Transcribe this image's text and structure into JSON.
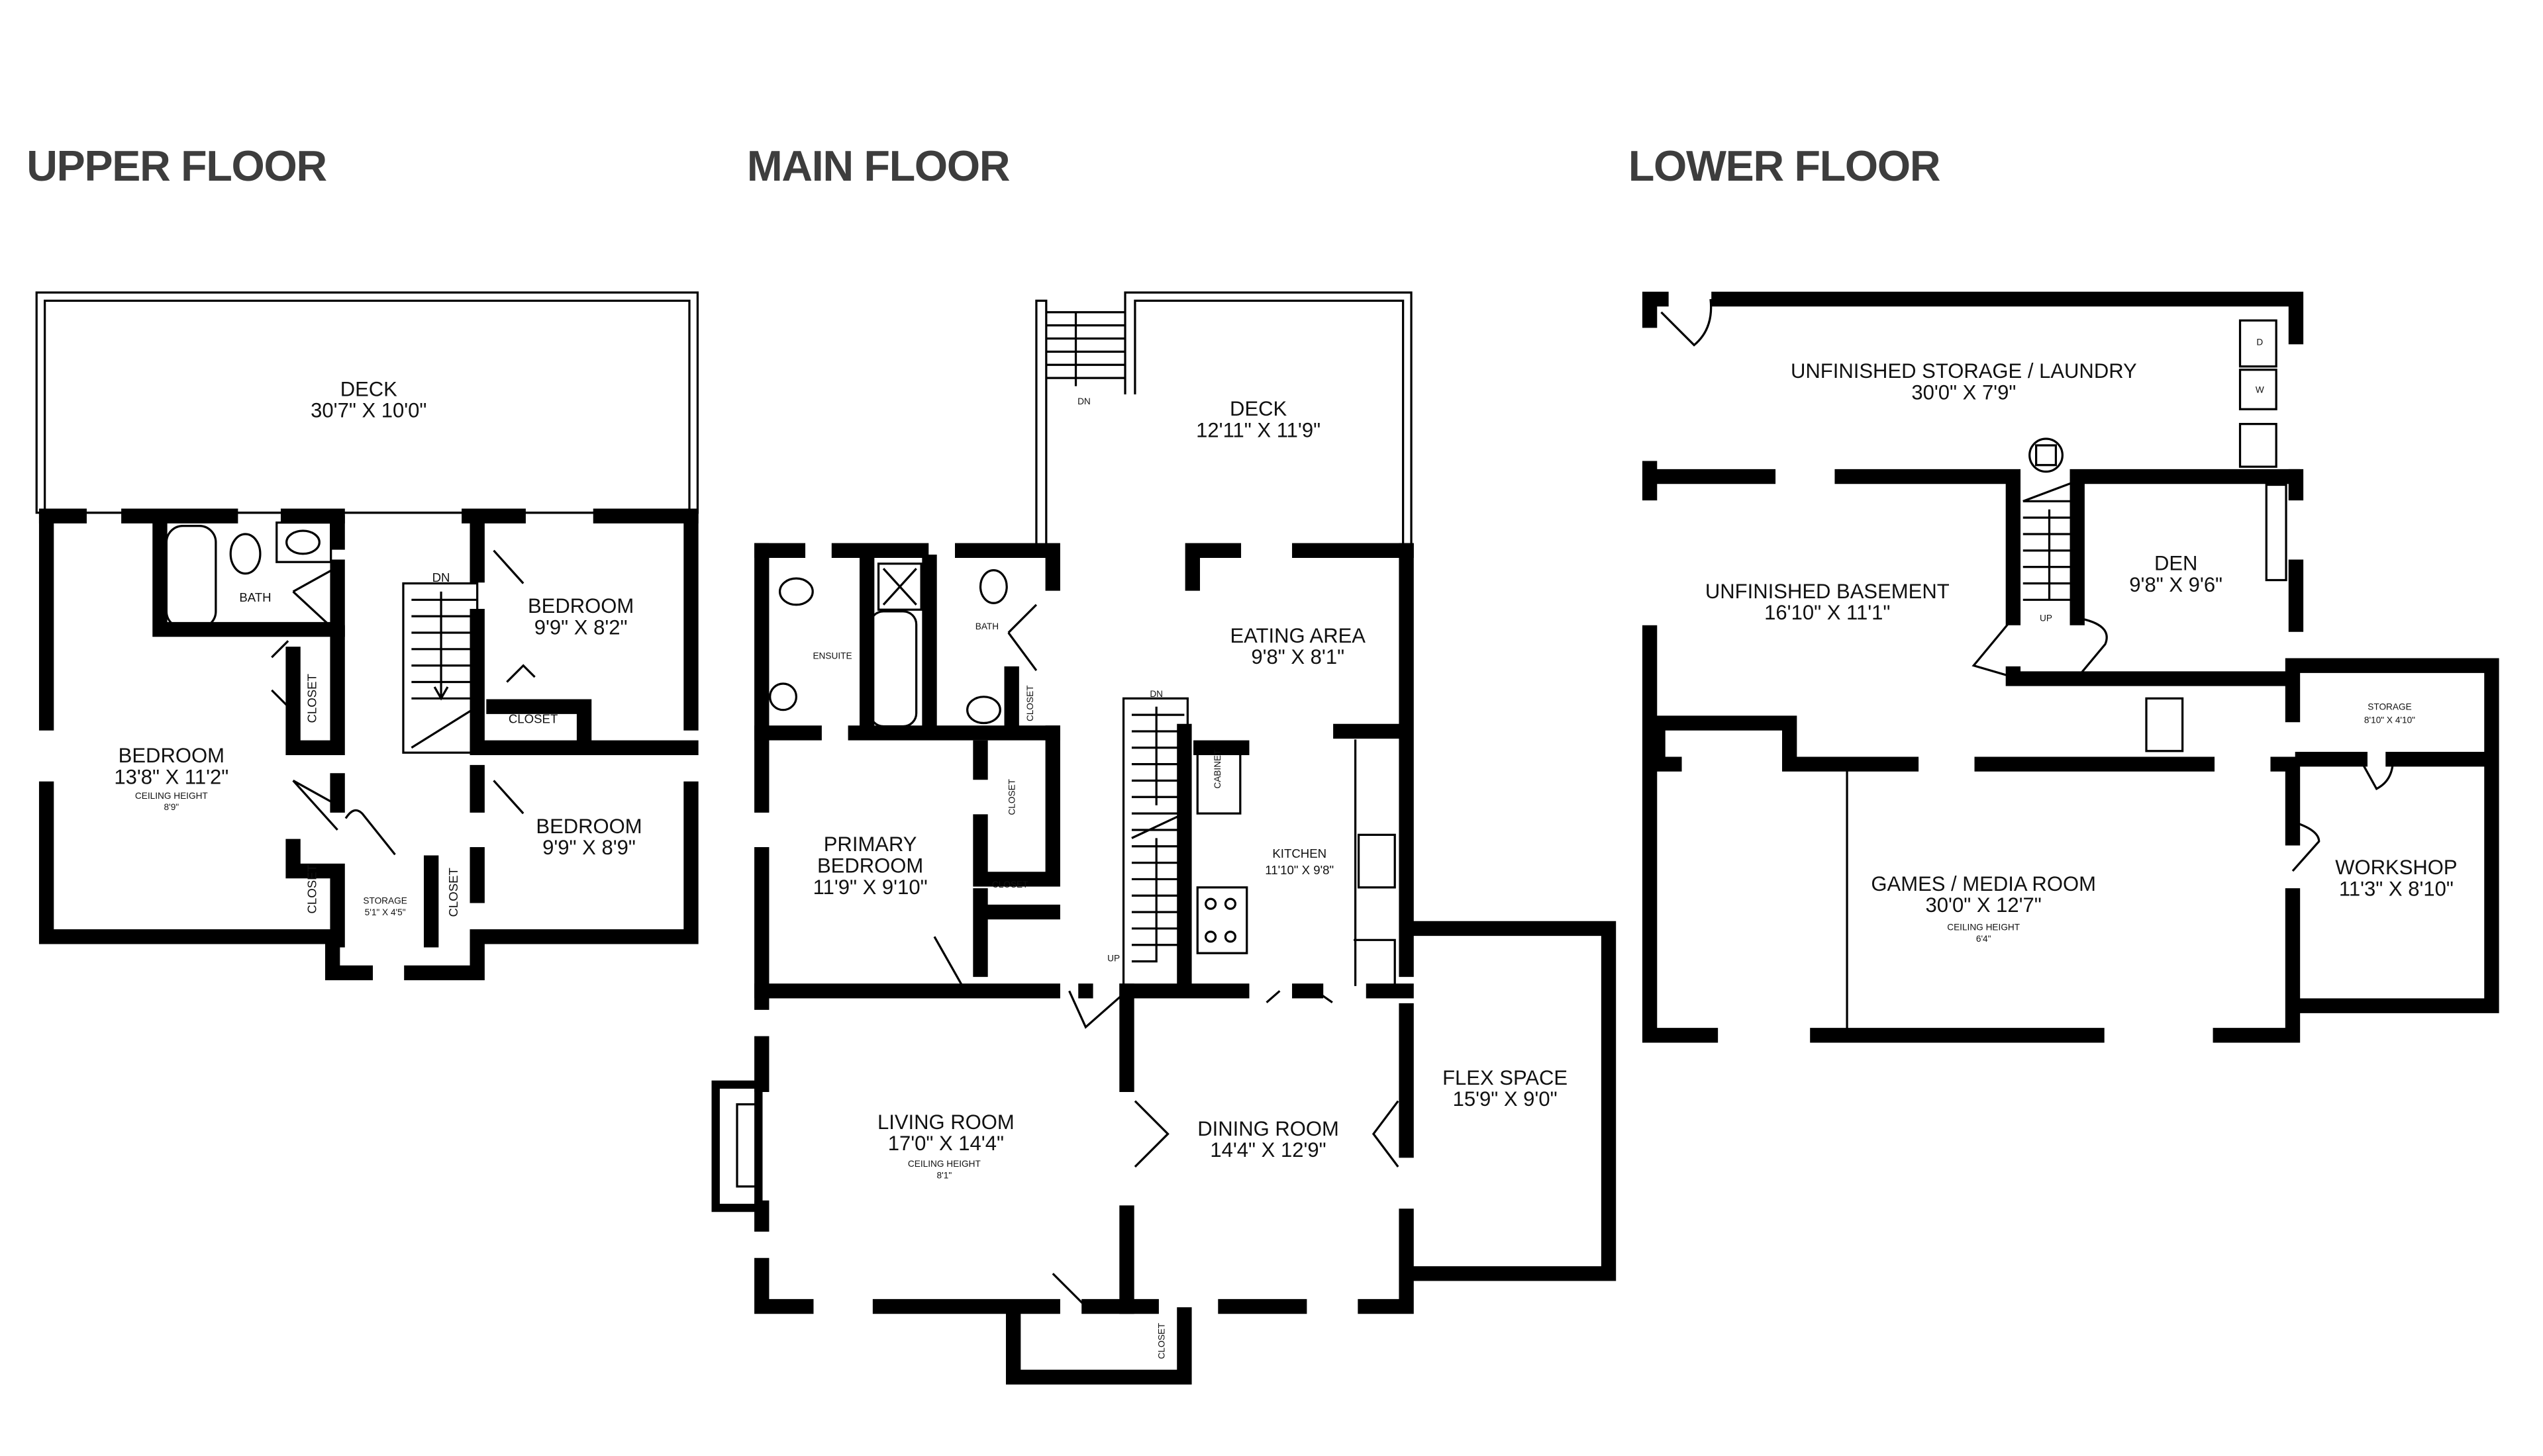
{
  "upper": {
    "title": "UPPER FLOOR",
    "deck": {
      "name": "DECK",
      "dims": "30'7\" X 10'0\""
    },
    "bath": "BATH",
    "bedroom_ne": {
      "name": "BEDROOM",
      "dims": "9'9\" X 8'2\""
    },
    "bedroom_w": {
      "name": "BEDROOM",
      "dims": "13'8\" X 11'2\"",
      "ceiling_label": "CEILING HEIGHT",
      "ceiling": "8'9\""
    },
    "bedroom_se": {
      "name": "BEDROOM",
      "dims": "9'9\" X 8'9\""
    },
    "storage": {
      "name": "STORAGE",
      "dims": "5'1\" X 4'5\""
    },
    "closet": "CLOSET",
    "stair": "DN"
  },
  "main": {
    "title": "MAIN FLOOR",
    "deck": {
      "name": "DECK",
      "dims": "12'11\" X 11'9\""
    },
    "deck_stair": "DN",
    "ensuite": "ENSUITE",
    "bath": "BATH",
    "closet": "CLOSET",
    "cabinet": "CABINET",
    "eating": {
      "name": "EATING AREA",
      "dims": "9'8\" X 8'1\""
    },
    "primary": {
      "name1": "PRIMARY",
      "name2": "BEDROOM",
      "dims": "11'9\" X 9'10\""
    },
    "kitchen": {
      "name": "KITCHEN",
      "dims": "11'10\" X 9'8\""
    },
    "stair_dn": "DN",
    "stair_up": "UP",
    "living": {
      "name": "LIVING ROOM",
      "dims": "17'0\" X 14'4\"",
      "ceiling_label": "CEILING HEIGHT",
      "ceiling": "8'1\""
    },
    "dining": {
      "name": "DINING ROOM",
      "dims": "14'4\" X 12'9\""
    },
    "flex": {
      "name": "FLEX SPACE",
      "dims": "15'9\" X 9'0\""
    }
  },
  "lower": {
    "title": "LOWER FLOOR",
    "laundry": {
      "name": "UNFINISHED STORAGE / LAUNDRY",
      "dims": "30'0\" X 7'9\""
    },
    "basement": {
      "name": "UNFINISHED BASEMENT",
      "dims": "16'10\" X 11'1\""
    },
    "den": {
      "name": "DEN",
      "dims": "9'8\" X 9'6\""
    },
    "storage": {
      "name": "STORAGE",
      "dims": "8'10\" X 4'10\""
    },
    "games": {
      "name": "GAMES / MEDIA ROOM",
      "dims": "30'0\" X 12'7\"",
      "ceiling_label": "CEILING HEIGHT",
      "ceiling": "6'4\""
    },
    "workshop": {
      "name": "WORKSHOP",
      "dims": "11'3\" X 8'10\""
    },
    "dryer": "D",
    "washer": "W",
    "stair_up": "UP"
  }
}
